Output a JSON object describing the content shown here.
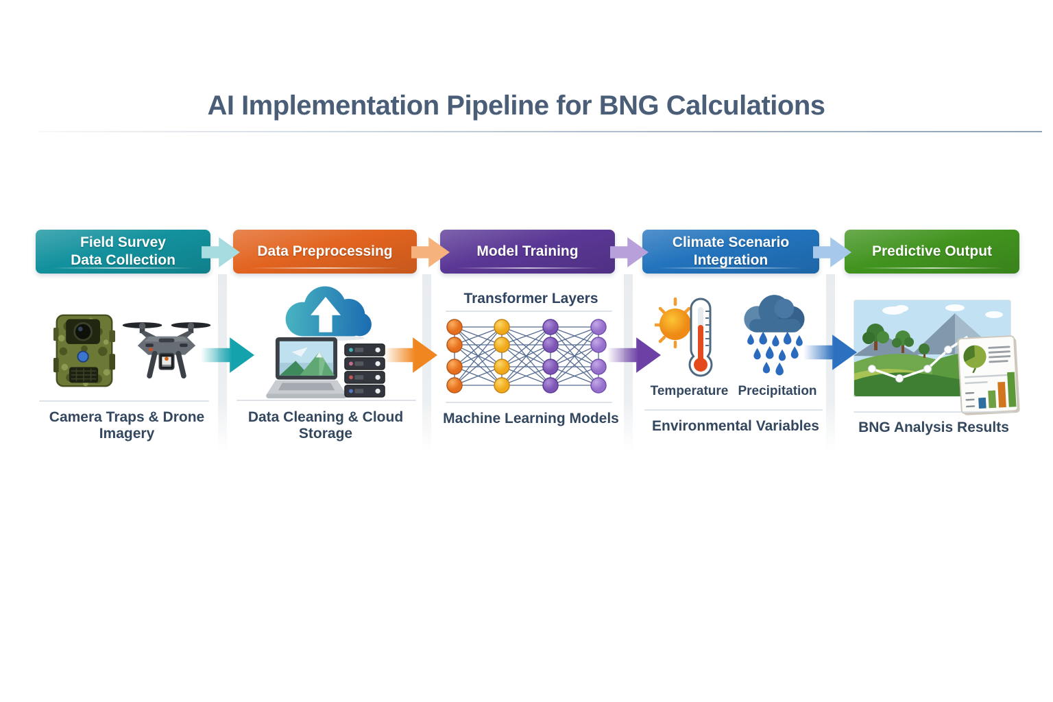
{
  "title": "AI Implementation Pipeline for BNG Calculations",
  "stages": [
    {
      "name": "Field Survey Data Collection",
      "banner_line1": "Field Survey",
      "banner_line2": "Data Collection",
      "caption": "Camera Traps & Drone Imagery",
      "icons": [
        "camera-trap-icon",
        "drone-icon"
      ],
      "colors": {
        "banner": "#12919D",
        "chevron_tint": "#A6DBDF",
        "flow_arrow": "#14A3AD"
      }
    },
    {
      "name": "Data Preprocessing",
      "banner_line1": "Data Preprocessing",
      "caption": "Data Cleaning & Cloud Storage",
      "icons": [
        "cloud-upload-icon",
        "laptop-icon",
        "server-stack-icon"
      ],
      "colors": {
        "banner": "#E26420",
        "chevron_tint": "#F6B27C",
        "flow_arrow": "#F08620"
      }
    },
    {
      "name": "Model Training",
      "banner_line1": "Model Training",
      "sub_label": "Transformer Layers",
      "caption": "Machine Learning Models",
      "icons": [
        "neural-network-icon"
      ],
      "colors": {
        "banner": "#5A3795",
        "chevron_tint": "#B8A1DB",
        "flow_arrow": "#6C40A4"
      }
    },
    {
      "name": "Climate Scenario Integration",
      "banner_line1": "Climate Scenario",
      "banner_line2": "Integration",
      "icon_labels": [
        "Temperature",
        "Precipitation"
      ],
      "caption": "Environmental Variables",
      "icons": [
        "sun-thermometer-icon",
        "rain-cloud-icon"
      ],
      "colors": {
        "banner": "#2273BD",
        "chevron_tint": "#A6C9EB",
        "flow_arrow": "#2C70C0"
      }
    },
    {
      "name": "Predictive Output",
      "banner_line1": "Predictive Output",
      "caption": "BNG Analysis Results",
      "icons": [
        "landscape-chart-icon",
        "report-card-icon"
      ],
      "colors": {
        "banner": "#41941F"
      }
    }
  ]
}
